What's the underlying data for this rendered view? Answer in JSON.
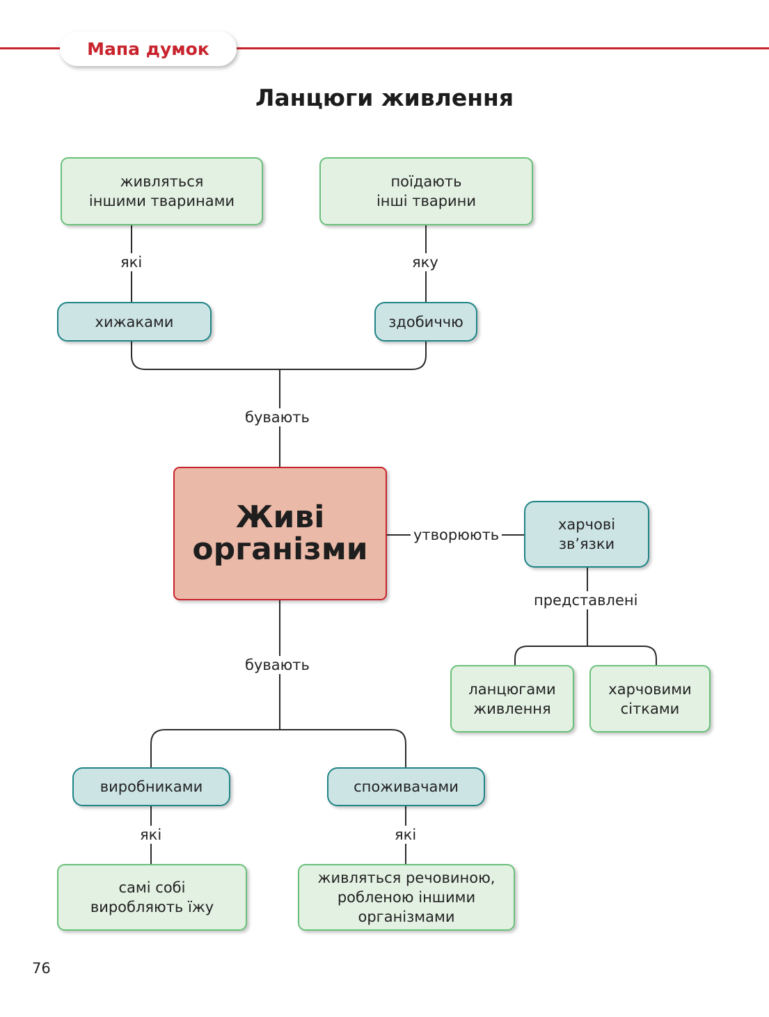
{
  "header": {
    "section_label": "Мапа думок"
  },
  "page": {
    "title": "Ланцюги живлення",
    "number": "76"
  },
  "colors": {
    "accent_red": "#c8232c",
    "green_fill": "#e3f1e2",
    "green_border": "#69c07a",
    "teal_fill": "#cde4e5",
    "teal_border": "#1f8486",
    "central_fill": "#ebb9a8"
  },
  "map": {
    "central": "Живі\nорганізми",
    "edges": {
      "up": "бувають",
      "down": "бувають",
      "right": "утворюють",
      "predators": "які",
      "prey": "яку",
      "links": "представлені",
      "producers": "які",
      "consumers": "які"
    },
    "nodes": {
      "predators": "хижаками",
      "predators_desc": "живляться\nіншими тваринами",
      "prey": "здобиччю",
      "prey_desc": "поїдають\nінші тварини",
      "food_links": "харчові\nзв’язки",
      "food_chains": "ланцюгами\nживлення",
      "food_webs": "харчовими\nсітками",
      "producers": "виробниками",
      "producers_desc": "самі собі\nвиробляють їжу",
      "consumers": "споживачами",
      "consumers_desc": "живляться речовиною,\nробленою іншими\nорганізмами"
    }
  }
}
